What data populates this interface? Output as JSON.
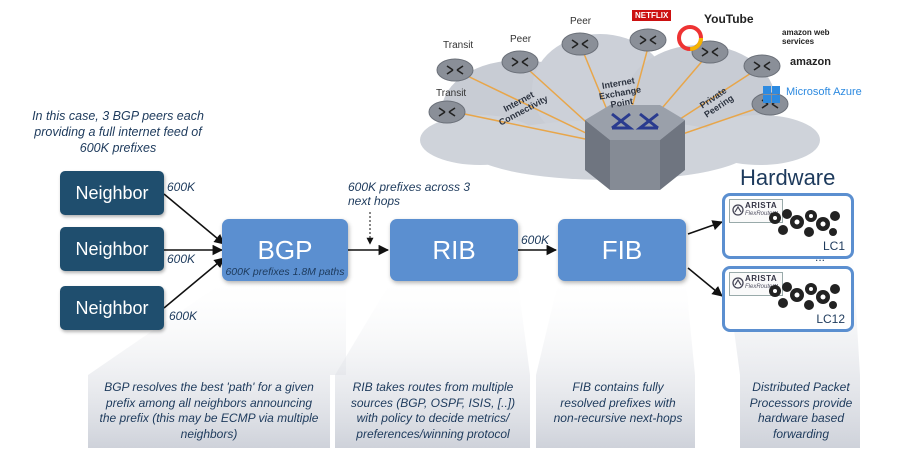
{
  "intro_text": "In this case, 3 BGP peers each providing a full internet feed of 600K prefixes",
  "neighbors": [
    {
      "label": "Neighbor",
      "feed": "600K"
    },
    {
      "label": "Neighbor",
      "feed": "600K"
    },
    {
      "label": "Neighbor",
      "feed": "600K"
    }
  ],
  "stages": {
    "bgp": {
      "label": "BGP",
      "sub": "600K prefixes 1.8M paths"
    },
    "rib": {
      "label": "RIB"
    },
    "fib": {
      "label": "FIB"
    }
  },
  "edges": {
    "bgp_to_rib": "600K prefixes across 3 next hops",
    "rib_to_fib": "600K"
  },
  "hardware": {
    "title": "Hardware",
    "cards": [
      {
        "brand": "ARISTA",
        "sub": "FlexRoute™",
        "label": "LC1"
      },
      {
        "brand": "ARISTA",
        "sub": "FlexRoute™",
        "label": "LC12"
      }
    ],
    "ellipsis": "..."
  },
  "descriptions": {
    "bgp": "BGP resolves the best 'path' for a given prefix among all neighbors announcing the prefix (this may be ECMP via multiple neighbors)",
    "rib": "RIB takes routes from multiple sources (BGP, OSPF, ISIS, [..]) with policy to decide metrics/ preferences/winning protocol",
    "fib": "FIB contains fully resolved prefixes with non-recursive next-hops",
    "hw": "Distributed Packet Processors provide hardware based forwarding"
  },
  "topology": {
    "nodes": [
      "Transit",
      "Peer",
      "Peer",
      "Transit"
    ],
    "clouds": [
      "Internet Connectivity",
      "Internet Exchange Point",
      "Private Peering"
    ],
    "logos": [
      "NETFLIX",
      "YouTube",
      "amazon web services",
      "amazon",
      "Microsoft Azure"
    ]
  },
  "colors": {
    "neighbor": "#1f4e6e",
    "stage": "#5b8fd0",
    "text": "#1d3a5c",
    "panel": "#d6dae2"
  }
}
